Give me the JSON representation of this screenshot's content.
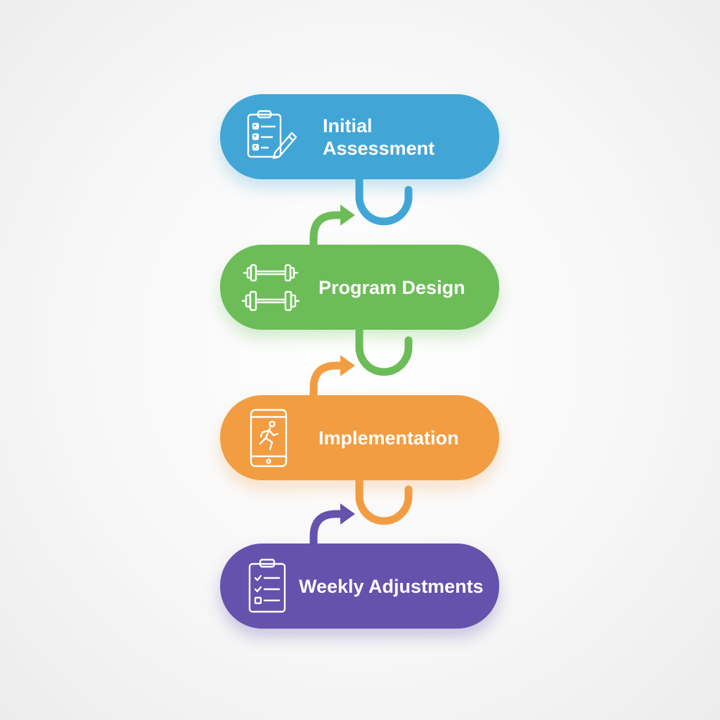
{
  "diagram": {
    "steps": [
      {
        "label": "Initial\nAssessment",
        "icon": "clipboard-pencil-icon",
        "color": "#41a6d6"
      },
      {
        "label": "Program Design",
        "icon": "dumbbells-icon",
        "color": "#6cbd58"
      },
      {
        "label": "Implementation",
        "icon": "phone-runner-icon",
        "color": "#f29d42"
      },
      {
        "label": "Weekly Adjustments",
        "icon": "checklist-clipboard-icon",
        "color": "#6452ad"
      }
    ],
    "connectors": [
      {
        "from": "Initial\nAssessment",
        "to": "Program Design",
        "color": "#6cbd58",
        "hook_color": "#41a6d6"
      },
      {
        "from": "Program Design",
        "to": "Implementation",
        "color": "#f29d42",
        "hook_color": "#6cbd58"
      },
      {
        "from": "Implementation",
        "to": "Weekly Adjustments",
        "color": "#6452ad",
        "hook_color": "#f29d42"
      }
    ]
  }
}
